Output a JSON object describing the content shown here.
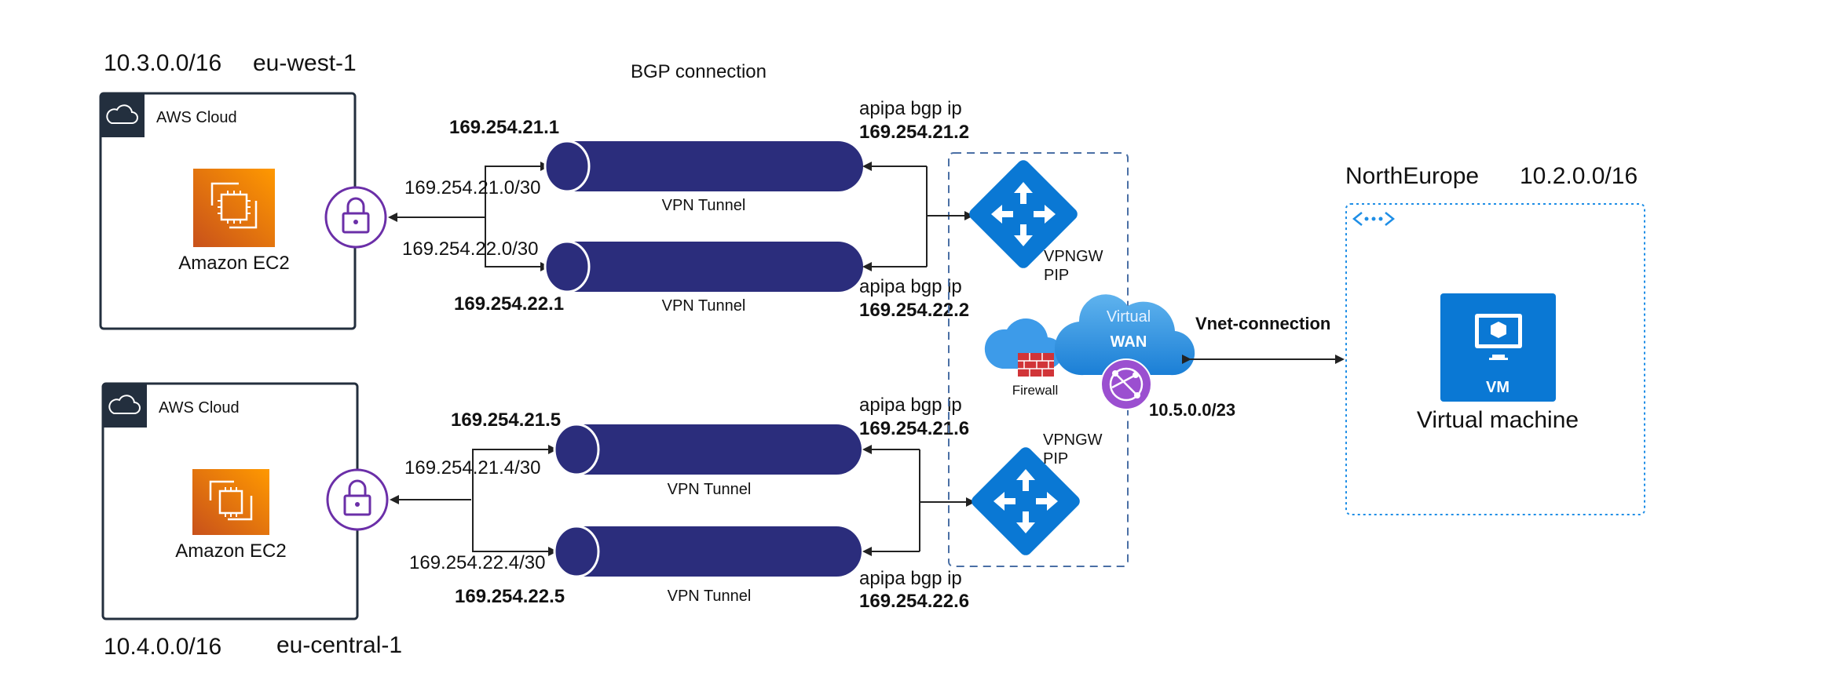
{
  "aws1": {
    "cidr": "10.3.0.0/16",
    "region": "eu-west-1",
    "cloud_label": "AWS Cloud",
    "service": "Amazon EC2",
    "tunnel1": {
      "aws_ip": "169.254.21.1",
      "subnet": "169.254.21.0/30",
      "label": "VPN Tunnel",
      "apipa_caption": "apipa bgp ip",
      "azure_ip": "169.254.21.2"
    },
    "tunnel2": {
      "aws_ip": "169.254.22.1",
      "subnet": "169.254.22.0/30",
      "label": "VPN Tunnel",
      "apipa_caption": "apipa bgp ip",
      "azure_ip": "169.254.22.2"
    }
  },
  "aws2": {
    "cidr": "10.4.0.0/16",
    "region": "eu-central-1",
    "cloud_label": "AWS Cloud",
    "service": "Amazon EC2",
    "tunnel1": {
      "aws_ip": "169.254.21.5",
      "subnet": "169.254.21.4/30",
      "label": "VPN Tunnel",
      "apipa_caption": "apipa bgp ip",
      "azure_ip": "169.254.21.6"
    },
    "tunnel2": {
      "aws_ip": "169.254.22.5",
      "subnet": "169.254.22.4/30",
      "label": "VPN Tunnel",
      "apipa_caption": "apipa bgp ip",
      "azure_ip": "169.254.22.6"
    }
  },
  "bgp_label": "BGP connection",
  "azure_hub": {
    "vpngw_top": "VPNGW\nPIP",
    "vpngw_bottom": "VPNGW\nPIP",
    "firewall": "Firewall",
    "wan_line1": "Virtual",
    "wan_line2": "WAN",
    "wan_cidr": "10.5.0.0/23"
  },
  "vnet_connection": "Vnet-connection",
  "northeurope": {
    "region": "NorthEurope",
    "cidr": "10.2.0.0/16",
    "vm_badge": "VM",
    "vm_label": "Virtual machine"
  },
  "colors": {
    "tunnel": "#2b2d7c",
    "aws_orange": "#e8701a",
    "aws_dark": "#232f3e",
    "vpn_lock": "#6b2fa8",
    "azure_blue": "#0a78d4",
    "hub_border": "#4a6fa5"
  },
  "icons": [
    "cloud-icon",
    "ec2-icon",
    "lock-icon",
    "router-icon",
    "firewall-icon",
    "virtual-wan-icon",
    "vnet-icon",
    "vm-icon"
  ]
}
